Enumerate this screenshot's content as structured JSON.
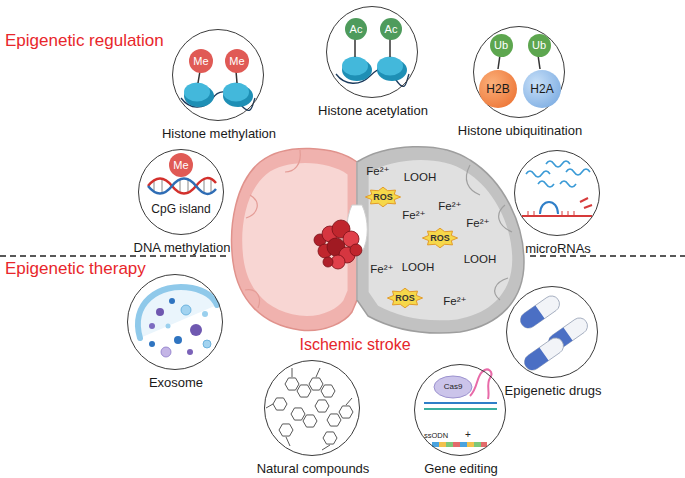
{
  "diagram": {
    "nodes": [
      {
        "text": [
          "Histone methylation"
        ]
      },
      {
        "text": [
          "Me"
        ],
        "in": 0
      },
      {
        "text": [
          "Me"
        ],
        "in": 0
      },
      {
        "text": [
          "Histone acetylation"
        ]
      },
      {
        "text": [
          "Ac"
        ],
        "in": 3
      },
      {
        "text": [
          "Ac"
        ],
        "in": 3
      },
      {
        "text": [
          "Histone ubiquitination"
        ]
      },
      {
        "text": [
          "Ub"
        ],
        "in": 6
      },
      {
        "text": [
          "Ub"
        ],
        "in": 6
      },
      {
        "text": [
          "H2B"
        ],
        "in": 6
      },
      {
        "text": [
          "H2A"
        ],
        "in": 6
      },
      {
        "text": [
          "DNA methylation"
        ]
      },
      {
        "text": [
          "Me"
        ],
        "in": 11
      },
      {
        "text": [
          "microRNAs"
        ]
      },
      {
        "text": [
          "Ischemic stroke"
        ]
      },
      {
        "text": [
          "ROS"
        ],
        "in": 14
      },
      {
        "text": [
          "ROS"
        ],
        "in": 14
      },
      {
        "text": [
          "ROS"
        ],
        "in": 14
      },
      {
        "text": [
          "Exosome"
        ]
      },
      {
        "text": [
          "Epigenetic drugs"
        ]
      },
      {
        "text": [
          "Natural compounds"
        ]
      },
      {
        "text": [
          "Gene editing"
        ]
      },
      {
        "text": [
          "Cas9"
        ],
        "in": 21
      }
    ],
    "labels": [
      "Epigenetic regulation",
      "Epigenetic therapy",
      "CpG island",
      "Fe²⁺",
      "LOOH",
      "Fe²⁺",
      "Fe²⁺",
      "Fe²⁺",
      "LOOH",
      "LOOH",
      "Fe²⁺",
      "Fe²⁺",
      "ssODN",
      "+"
    ]
  }
}
